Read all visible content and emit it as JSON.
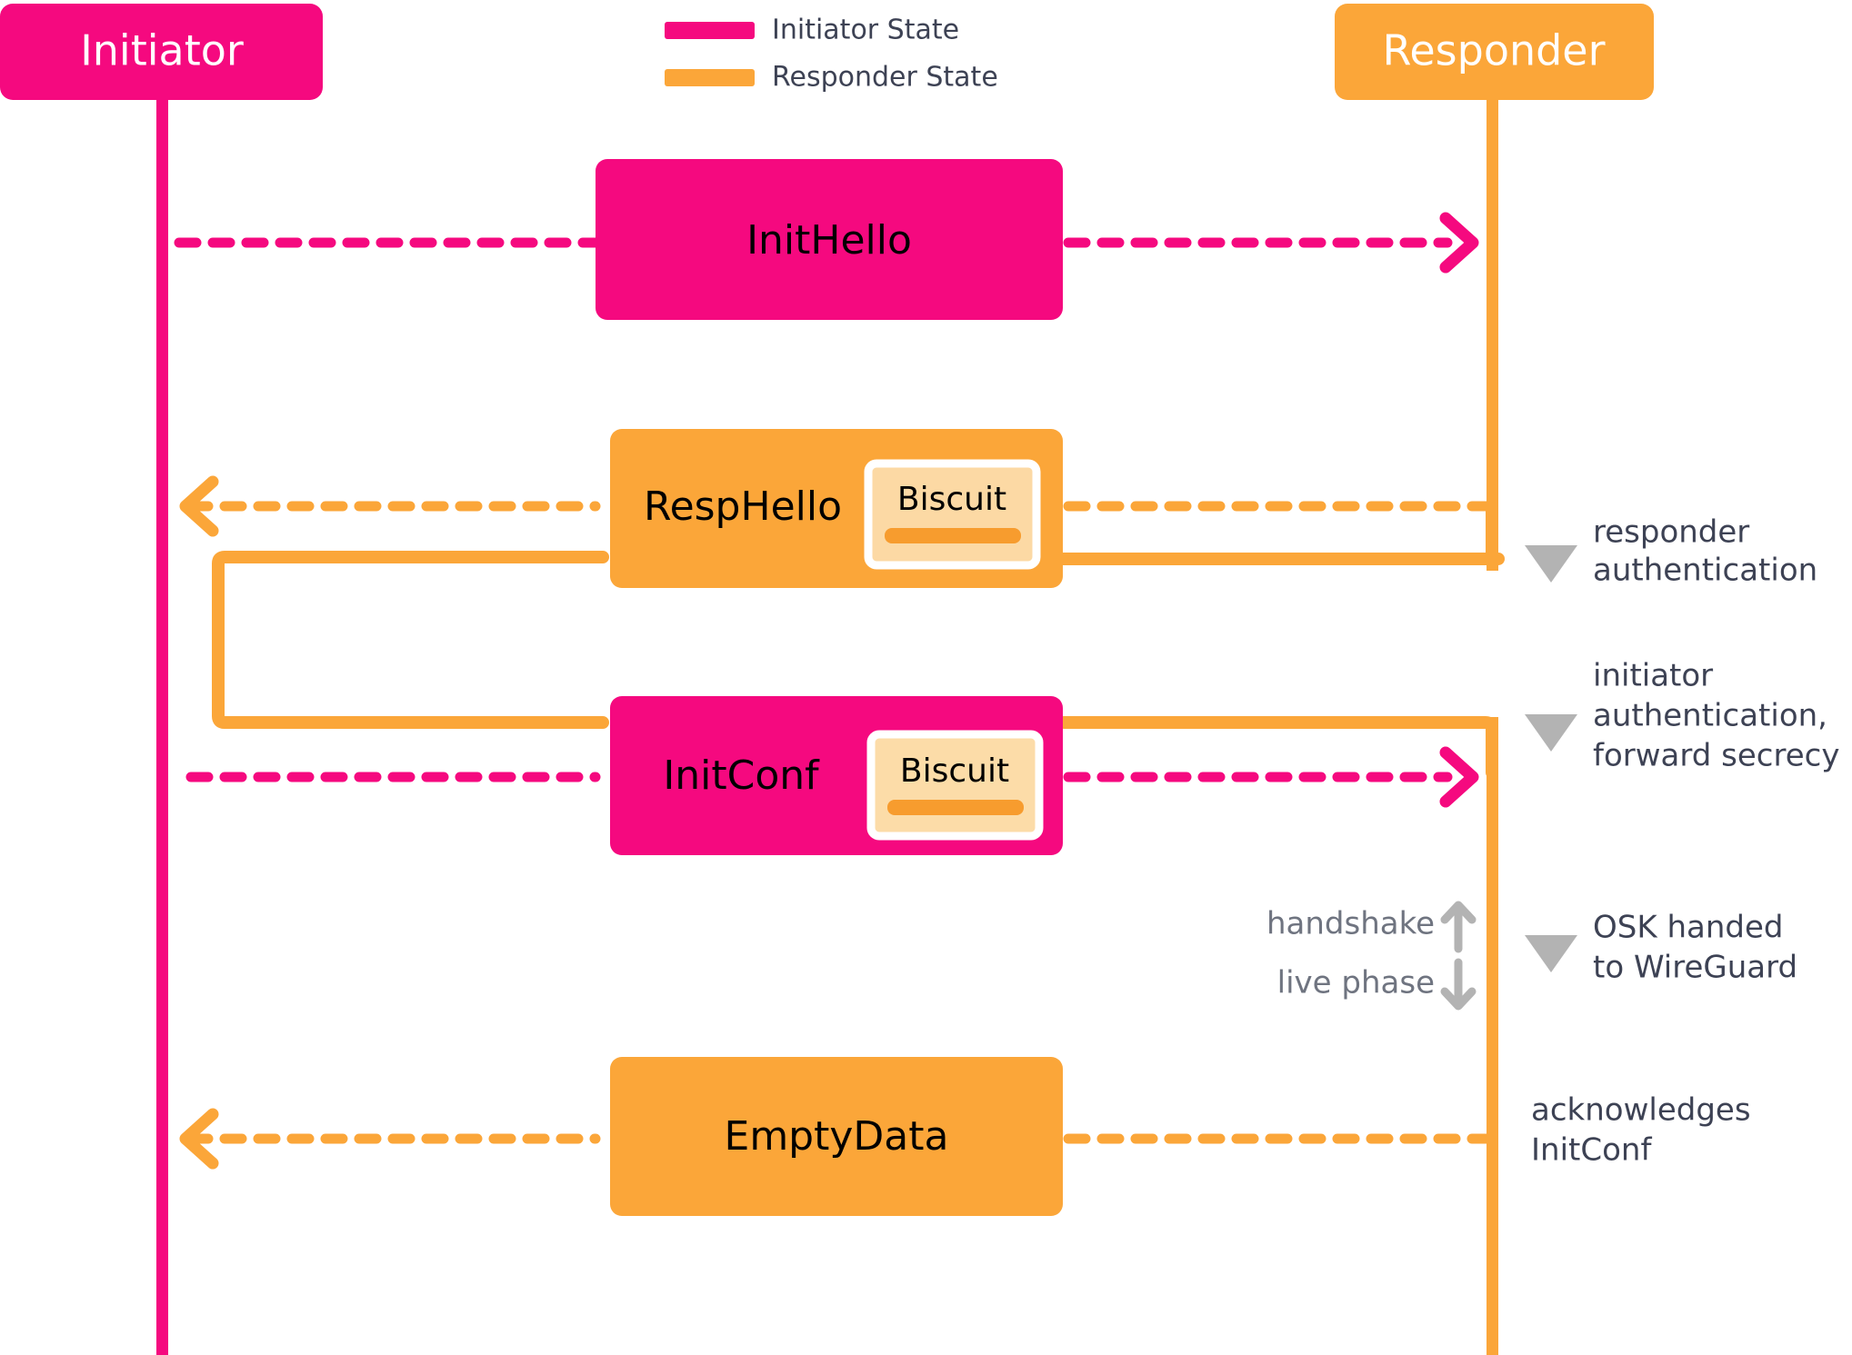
{
  "title": "Rosenpass handshake sequence diagram",
  "colors": {
    "initiator": "#F5097F",
    "responder": "#FBA639",
    "biscuit_fill_on_orange": "#FCD9A4",
    "biscuit_fill_on_pink": "#FCDCA8",
    "biscuit_border": "#FFFFFF",
    "biscuit_bar": "#F79C2E",
    "annotation_text": "#3d4254",
    "phase_text": "#6f7480",
    "marker_gray": "#B3B3B3",
    "background": "#FFFFFF"
  },
  "actors": [
    {
      "id": "initiator",
      "label": "Initiator",
      "color_key": "initiator"
    },
    {
      "id": "responder",
      "label": "Responder",
      "color_key": "responder"
    }
  ],
  "legend": {
    "items": [
      {
        "label": "Initiator State",
        "color_key": "initiator",
        "swatch": "line-swatch"
      },
      {
        "label": "Responder State",
        "color_key": "responder",
        "swatch": "line-swatch"
      }
    ]
  },
  "messages": [
    {
      "id": "inithello",
      "label": "InitHello",
      "direction": "initiator-to-responder",
      "color_key": "initiator",
      "has_biscuit": false,
      "biscuit_label": null
    },
    {
      "id": "resphello",
      "label": "RespHello",
      "direction": "responder-to-initiator",
      "color_key": "responder",
      "has_biscuit": true,
      "biscuit_label": "Biscuit"
    },
    {
      "id": "initconf",
      "label": "InitConf",
      "direction": "initiator-to-responder",
      "color_key": "initiator",
      "has_biscuit": true,
      "biscuit_label": "Biscuit"
    },
    {
      "id": "emptydata",
      "label": "EmptyData",
      "direction": "responder-to-initiator",
      "color_key": "responder",
      "has_biscuit": false,
      "biscuit_label": null
    }
  ],
  "annotations": [
    {
      "id": "responder-authentication",
      "marker": "triangle-down",
      "lines": [
        "responder",
        "authentication"
      ]
    },
    {
      "id": "initiator-authentication",
      "marker": "triangle-down",
      "lines": [
        "initiator",
        "authentication,",
        "forward secrecy"
      ]
    },
    {
      "id": "osk-handed",
      "marker": "triangle-down",
      "lines": [
        "OSK handed",
        "to WireGuard"
      ]
    },
    {
      "id": "acknowledges-initconf",
      "marker": "none",
      "lines": [
        "acknowledges",
        "InitConf"
      ]
    }
  ],
  "phase_divider": {
    "above": {
      "label": "handshake",
      "arrow": "arrow-up"
    },
    "below": {
      "label": "live phase",
      "arrow": "arrow-down"
    }
  }
}
